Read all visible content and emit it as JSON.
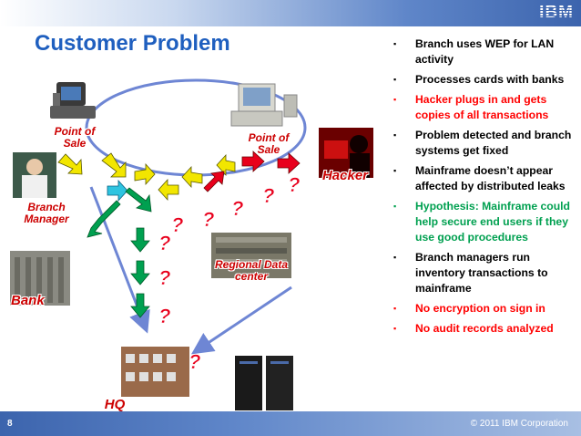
{
  "slide": {
    "title": "Customer Problem",
    "logo_text": "IBM",
    "page_number": "8",
    "copyright": "© 2011 IBM Corporation"
  },
  "bullets": [
    {
      "text": "Branch uses WEP for LAN activity",
      "color": "#000000"
    },
    {
      "text": "Processes cards with banks",
      "color": "#000000"
    },
    {
      "text": "Hacker plugs in and gets copies of all transactions",
      "color": "#ff0000"
    },
    {
      "text": "Problem detected and branch systems get fixed",
      "color": "#000000"
    },
    {
      "text": "Mainframe doesn’t appear affected by distributed leaks",
      "color": "#000000"
    },
    {
      "text": "Hypothesis: Mainframe could help secure end users if they use good procedures",
      "color": "#00a050"
    },
    {
      "text": "Branch managers run inventory transactions to mainframe",
      "color": "#000000"
    },
    {
      "text": "No encryption on sign in",
      "color": "#ff0000"
    },
    {
      "text": "No audit records analyzed",
      "color": "#ff0000"
    }
  ],
  "diagram": {
    "labels": {
      "pos1": "Point of Sale",
      "pos2": "Point of Sale",
      "branch_manager": "Branch Manager",
      "bank": "Bank",
      "hacker": "Hacker",
      "regional": "Regional Data center",
      "hq": "HQ"
    },
    "question_mark": "?",
    "colors": {
      "flow_arrow": "#f2e600",
      "leak_arrow": "#e8001c",
      "inventory_arrow": "#00a050",
      "link_arrow": "#6e86d4",
      "question": "#e8001c"
    }
  }
}
